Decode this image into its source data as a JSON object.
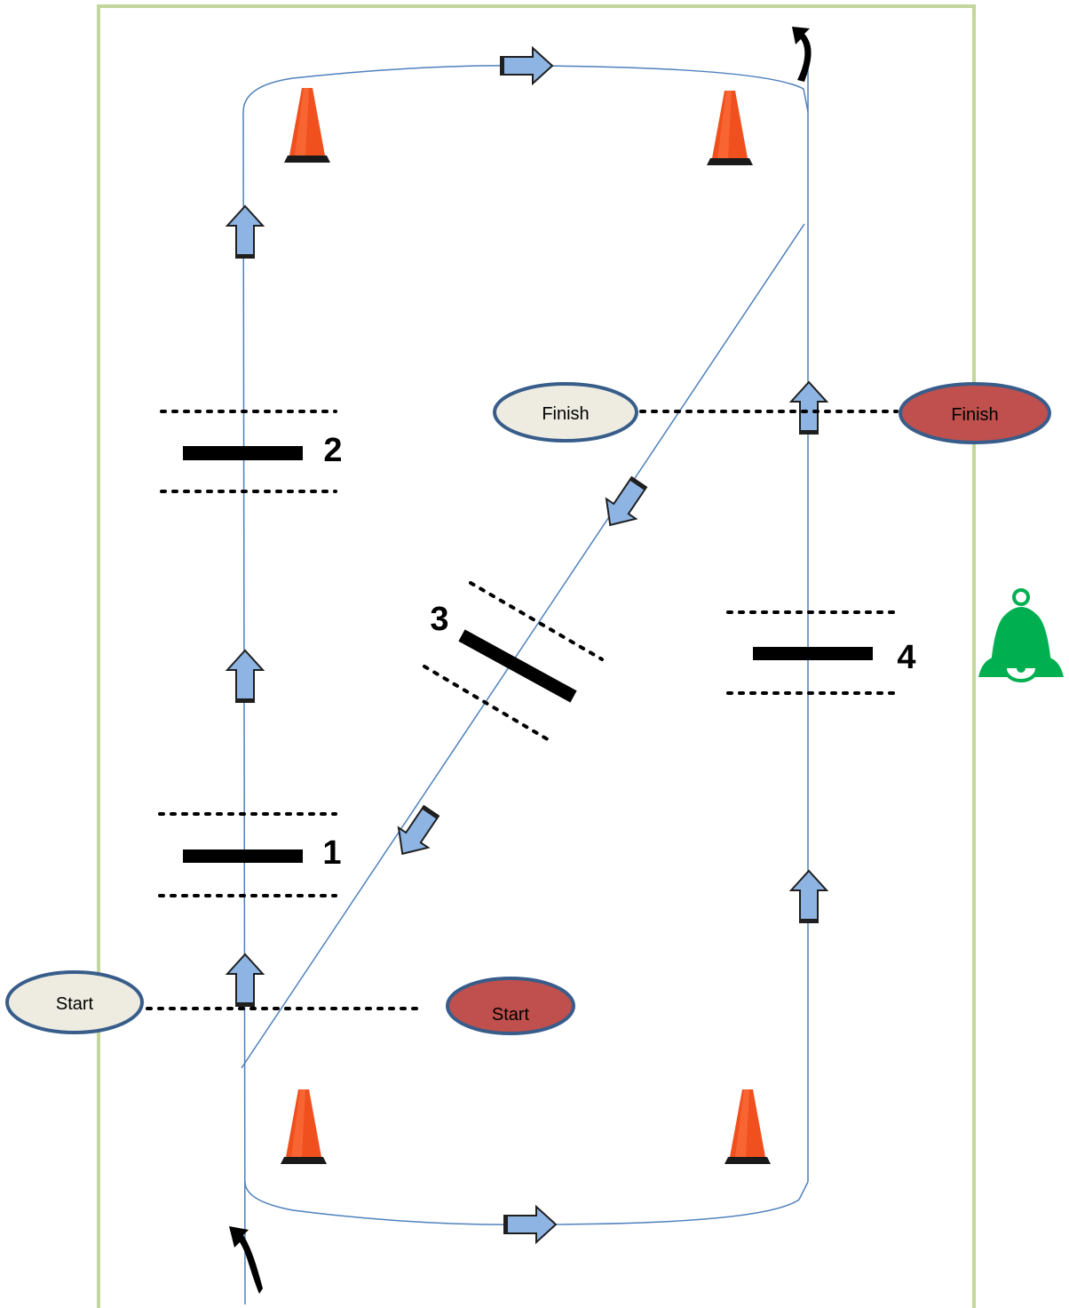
{
  "start": {
    "outer_label": "Start",
    "inner_label": "Start"
  },
  "finish": {
    "inner_label": "Finish",
    "outer_label": "Finish"
  },
  "obstacles": [
    {
      "number": "1"
    },
    {
      "number": "2"
    },
    {
      "number": "3"
    },
    {
      "number": "4"
    }
  ],
  "icons": {
    "cone": "traffic-cone-icon",
    "bell": "bell-icon",
    "direction_arrow": "direction-arrow-icon",
    "turn_arrow": "turn-arrow-icon"
  },
  "colors": {
    "border": "#c3d69b",
    "track_line": "#4f81bd",
    "arrow_fill": "#8eb4e3",
    "cone": "#f0501e",
    "bell": "#00b050",
    "start_finish_light": "#eeece1",
    "start_finish_dark": "#c0504d",
    "oval_outline": "#385d8a"
  }
}
